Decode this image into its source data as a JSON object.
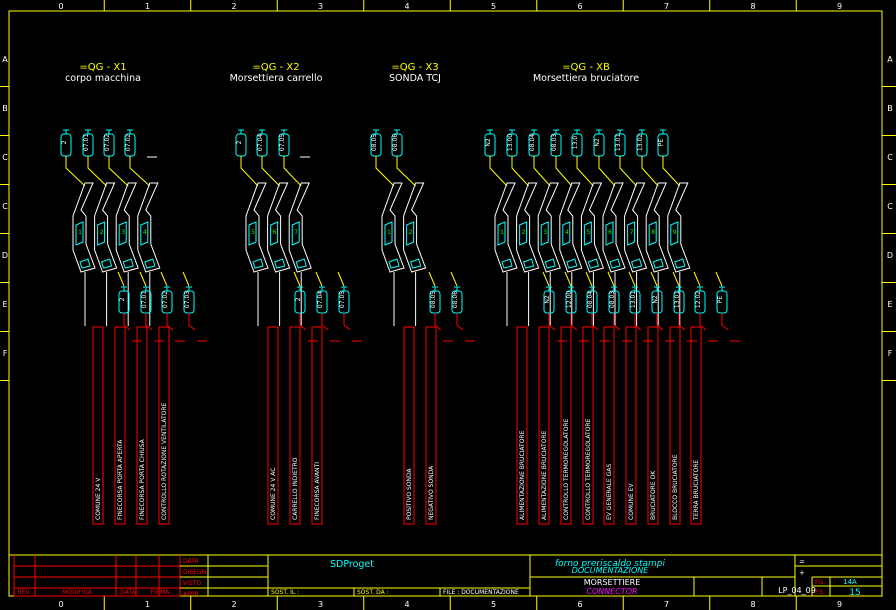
{
  "frame": {
    "columns": [
      "0",
      "1",
      "2",
      "3",
      "4",
      "5",
      "6",
      "7",
      "8",
      "9"
    ],
    "rows": [
      "A",
      "B",
      "C",
      "C",
      "D",
      "E",
      "F"
    ]
  },
  "groups": [
    {
      "id": "x1",
      "code": "=QG - X1",
      "subtitle": "corpo macchina",
      "top_wires": [
        "2",
        "07.01",
        "07.02",
        "07.02",
        ""
      ],
      "terminal_numbers": [
        "1",
        "2",
        "3",
        "4"
      ],
      "bottom_wires": [
        "2",
        "07.01",
        "07.02",
        "07.03"
      ],
      "functions": [
        "COMUNE 24 V",
        "FINECORSA PORTA APERTA",
        "FINECORSA PORTA CHIUSA",
        "CONTROLLO ROTAZIONE VENTILATORE"
      ]
    },
    {
      "id": "x2",
      "code": "=QG - X2",
      "subtitle": "Morsettiera carrello",
      "top_wires": [
        "2",
        "07.04",
        "07.05",
        ""
      ],
      "terminal_numbers": [
        "5",
        "6",
        "7"
      ],
      "bottom_wires": [
        "2",
        "07.04",
        "07.05"
      ],
      "functions": [
        "COMUNE 24 V AC",
        "CARRELLO INDIETRO",
        "FINECORSA AVANTI"
      ]
    },
    {
      "id": "x3",
      "code": "=QG - X3",
      "subtitle": "SONDA TCJ",
      "top_wires": [
        "08.05",
        "08.06"
      ],
      "terminal_numbers": [
        "1",
        "2"
      ],
      "bottom_wires": [
        "08.05",
        "08.06"
      ],
      "functions": [
        "POSITIVO SONDA",
        "NEGATIVO SONDA"
      ]
    },
    {
      "id": "xb",
      "code": "=QG - XB",
      "subtitle": "Morsettiera bruciatore",
      "top_wires": [
        "N2",
        "13.00",
        "08.04",
        "08.03",
        "13.0",
        "N2",
        "13.01",
        "13.02",
        "PE"
      ],
      "terminal_numbers": [
        "1",
        "2",
        "3",
        "4",
        "5",
        "6",
        "7",
        "8",
        "9"
      ],
      "bottom_wires": [
        "N2",
        "12.00",
        "08.04",
        "08.03",
        "13.01",
        "N2",
        "13.01",
        "12.02",
        "PE"
      ],
      "functions": [
        "ALIMENTAZIONE BRUCIATORE",
        "ALIMENTAZIONE BRUCIATORE",
        "CONTROLLO TERMOREGOLATORE",
        "CONTROLLO TERMOREGOLATORE",
        "EV GENERALE GAS",
        "COMUNE EV",
        "BRUCIATORE OK",
        "BLOCCO BRUCIATORE",
        "TERRA BRUCIATORE"
      ]
    }
  ],
  "title_block": {
    "left_headers": [
      "REV.",
      "MODIFICA",
      "DATA",
      "FIRMA"
    ],
    "role_labels": [
      "DATA",
      "DISEGN.",
      "VISTO",
      "APPR."
    ],
    "company": "SDProget",
    "sost_il": "SOST. IL :",
    "sost_da": "SOST. DA :",
    "file": "FILE : DOCUMENTAZIONE",
    "project_title": "forno preriscaldo stampi",
    "project_subtitle": "DOCUMENTAZIONE",
    "page_title": "MORSETTIERE",
    "page_subtitle": "CONNECTOR",
    "drawing_no": "LP_04_09",
    "eq_mark": "=",
    "plus_mark": "+",
    "fg_label": "FG.",
    "fg_value": "14A",
    "fs_label": "F.S.",
    "fs_value": "15"
  },
  "colors": {
    "frame": "#ffff00",
    "wire": "#ffff00",
    "terminal": "#00ffff",
    "block": "#ff0000",
    "text": "#ffffff",
    "green": "#00ff00",
    "magenta": "#ff00ff"
  }
}
